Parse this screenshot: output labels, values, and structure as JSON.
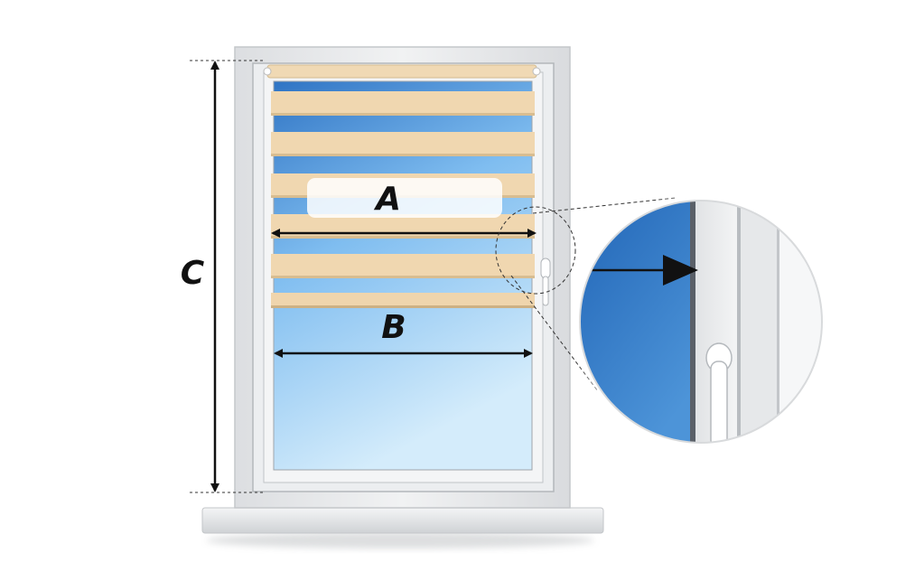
{
  "labels": {
    "a": "A",
    "b": "B",
    "c": "C"
  },
  "colors": {
    "frame": "#e7e8ea",
    "frame_edge": "#b9bcc0",
    "glass_top": "#2f74c4",
    "glass_bottom": "#cfe9fb",
    "blind_stripe": "#f0d7b0",
    "blind_shadow": "#d8bd91",
    "arrow": "#111111",
    "magnifier_glass": "#2a6fc1"
  }
}
